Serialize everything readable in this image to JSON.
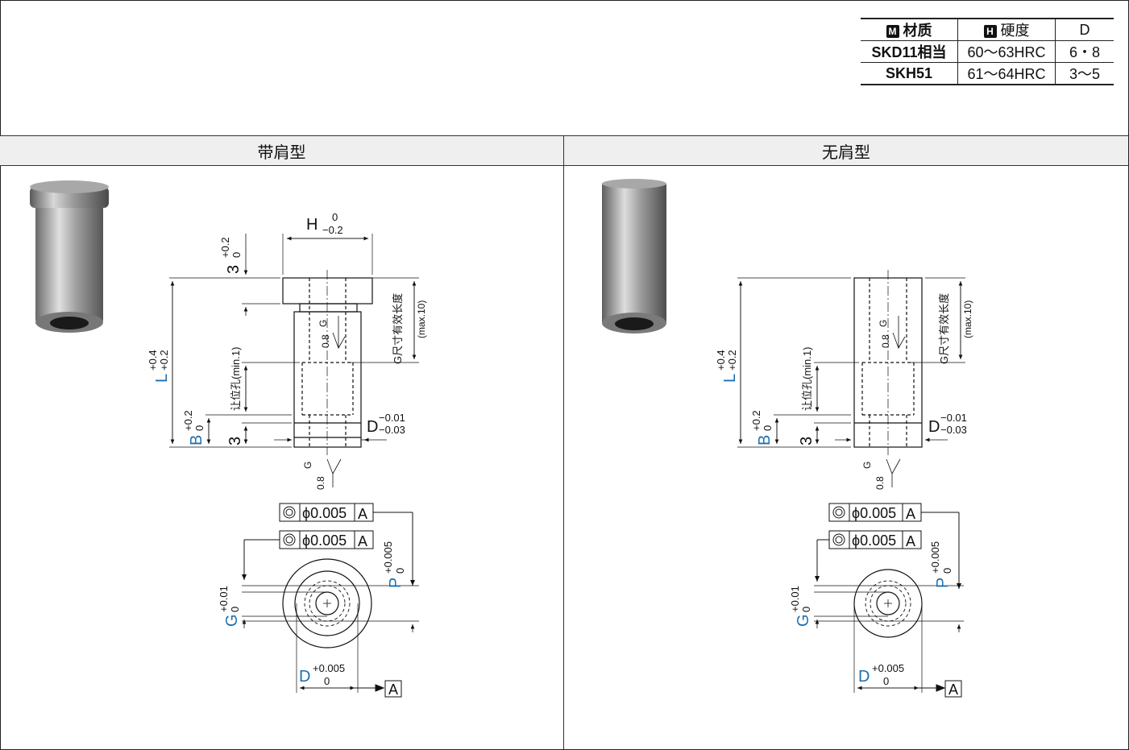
{
  "material_table": {
    "header": {
      "material": "材质",
      "material_badge": "M",
      "hardness": "硬度",
      "hardness_badge": "H",
      "d": "D"
    },
    "rows": [
      {
        "material": "SKD11相当",
        "hardness": "60～63HRC",
        "d": "6・8"
      },
      {
        "material": "SKH51",
        "hardness": "61～64HRC",
        "d": "3～5"
      }
    ]
  },
  "sections": [
    {
      "title": "带肩型"
    },
    {
      "title": "无肩型"
    }
  ],
  "labels": {
    "h_letter": "H",
    "h_tol_upper": "0",
    "h_tol_lower": "−0.2",
    "three_top": "3",
    "three_tol_upper": "+0.2",
    "three_tol_lower": "0",
    "l_letter": "L",
    "l_tol_upper": "+0.4",
    "l_tol_lower": "+0.2",
    "b_letter": "B",
    "b_tol_upper": "+0.2",
    "b_tol_lower": "0",
    "three_bottom": "3",
    "relief_hole": "让位孔(min.1)",
    "g_effective": "G尺寸有效长度",
    "max_note": "(max.10)",
    "d_letter": "D",
    "d_tol_upper": "−0.01",
    "d_tol_lower": "−0.03",
    "rough_g": "G",
    "rough_value": "0.8",
    "tol_value": "ϕ0.005",
    "datum_a": "A",
    "p_letter": "P",
    "p_tol_upper": "+0.005",
    "p_tol_lower": "0",
    "g_letter": "G",
    "g_tol_upper": "+0.01",
    "g_tol_lower": "0",
    "d2_letter": "D",
    "d2_tol_upper": "+0.005",
    "d2_tol_lower": "0"
  },
  "colors": {
    "accent": "#1a6fb3",
    "line": "#111111",
    "header_bg": "#efefef"
  }
}
